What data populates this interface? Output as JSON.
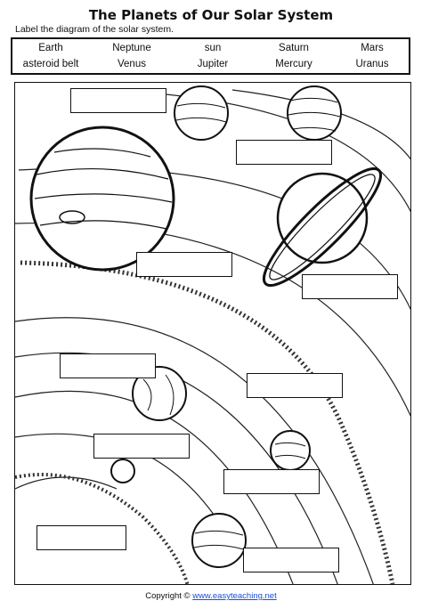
{
  "title": "The Planets of Our Solar System",
  "instruction": "Label the diagram of the solar system.",
  "word_bank": {
    "row1": [
      "Earth",
      "Neptune",
      "sun",
      "Saturn",
      "Mars"
    ],
    "row2": [
      "asteroid belt",
      "Venus",
      "Jupiter",
      "Mercury",
      "Uranus"
    ]
  },
  "label_box_count": 10,
  "footer": {
    "copyright": "Copyright ©",
    "website": "www.easyteaching.net"
  }
}
